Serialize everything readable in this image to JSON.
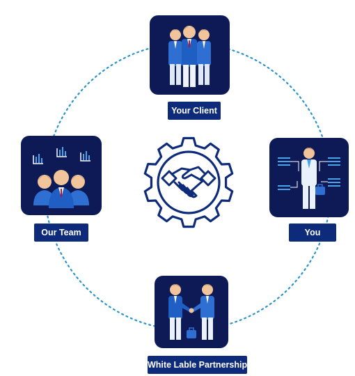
{
  "diagram": {
    "accent_color": "#0d2b7a",
    "card_color": "#0d1a56",
    "ring_color": "#2a93c9",
    "center_icon": "handshake-gear-icon",
    "nodes": [
      {
        "id": "client",
        "label": "Your Client",
        "icon": "business-group-icon"
      },
      {
        "id": "team",
        "label": "Our Team",
        "icon": "team-analytics-icon"
      },
      {
        "id": "you",
        "label": "You",
        "icon": "businessman-icon"
      },
      {
        "id": "wl",
        "label": "White Lable Partnership",
        "icon": "handshake-people-icon"
      }
    ]
  }
}
